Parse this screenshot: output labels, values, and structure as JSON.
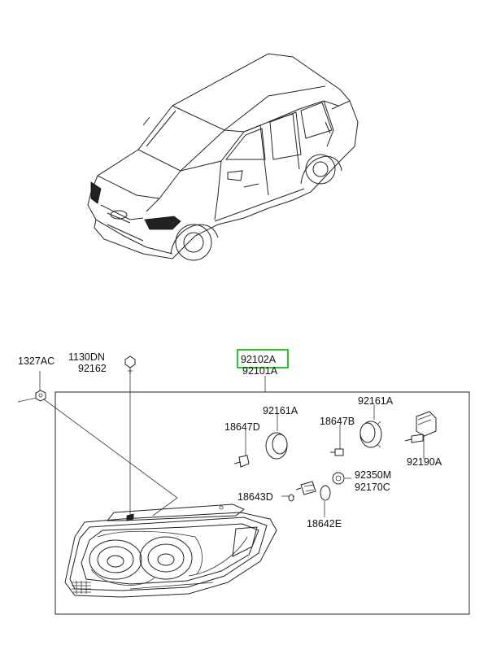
{
  "diagram": {
    "highlight_color": "#22cc22",
    "labels": {
      "p1327AC": "1327AC",
      "p1130DN": "1130DN",
      "p92162": "92162",
      "p92102A": "92102A",
      "p92101A": "92101A",
      "p92161A_a": "92161A",
      "p92161A_b": "92161A",
      "p18647D": "18647D",
      "p18647B": "18647B",
      "p92190A": "92190A",
      "p92350M": "92350M",
      "p92170C": "92170C",
      "p18643D": "18643D",
      "p18642E": "18642E"
    },
    "icons": {
      "vehicle": "suv-illustration",
      "headlamp": "headlamp-assembly",
      "nut": "nut-icon",
      "screw": "screw-icon",
      "dust_cap": "dust-cap-icon",
      "bulb_socket": "bulb-socket-icon",
      "hid_ballast": "hid-igniter-icon",
      "bulb": "bulb-icon"
    }
  }
}
